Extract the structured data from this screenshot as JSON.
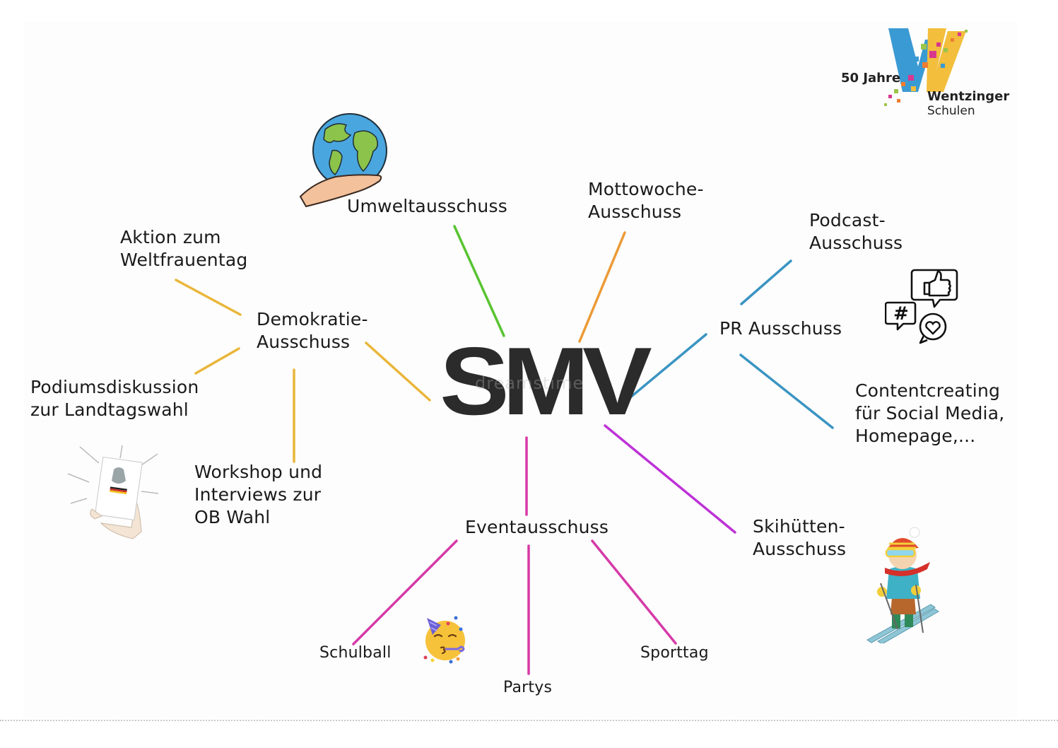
{
  "center": {
    "label": "SMV",
    "watermark": "dreamstime"
  },
  "logo": {
    "line1": "50 Jahre",
    "line2": "Wentzinger",
    "line3": "Schulen",
    "colors": {
      "blue": "#3a9ad3",
      "yellow": "#f2be3c",
      "pink": "#d8378f",
      "green": "#9cc54a",
      "orange": "#ef7d32"
    }
  },
  "branch_colors": {
    "umwelt": "#58c431",
    "mottowoche": "#ec9a36",
    "demokratie": "#eab63a",
    "pr": "#3a94c2",
    "event": "#d63aa8",
    "skihuetten": "#bd32d6"
  },
  "nodes": {
    "umwelt": "Umweltausschuss",
    "mottowoche": "Mottowoche-\nAusschuss",
    "demokratie": "Demokratie-\nAusschuss",
    "aktion_weltfrauentag": "Aktion zum\nWeltfrauentag",
    "podiumsdiskussion": "Podiumsdiskussion\nzur Landtagswahl",
    "workshop": "Workshop und\nInterviews zur\nOB Wahl",
    "pr": "PR Ausschuss",
    "podcast": "Podcast-\nAusschuss",
    "contentcreating": "Contentcreating\nfür Social Media,\nHomepage,...",
    "event": "Eventausschuss",
    "schulball": "Schulball",
    "partys": "Partys",
    "sporttag": "Sporttag",
    "skihuetten": "Skihütten-\nAusschuss"
  },
  "icons": {
    "globe": "globe-in-hand-icon",
    "social": "social-media-bubbles-icon",
    "grundgesetz": "grundgesetz-book-icon",
    "party": "party-face-emoji-icon",
    "skier": "skier-child-icon"
  }
}
